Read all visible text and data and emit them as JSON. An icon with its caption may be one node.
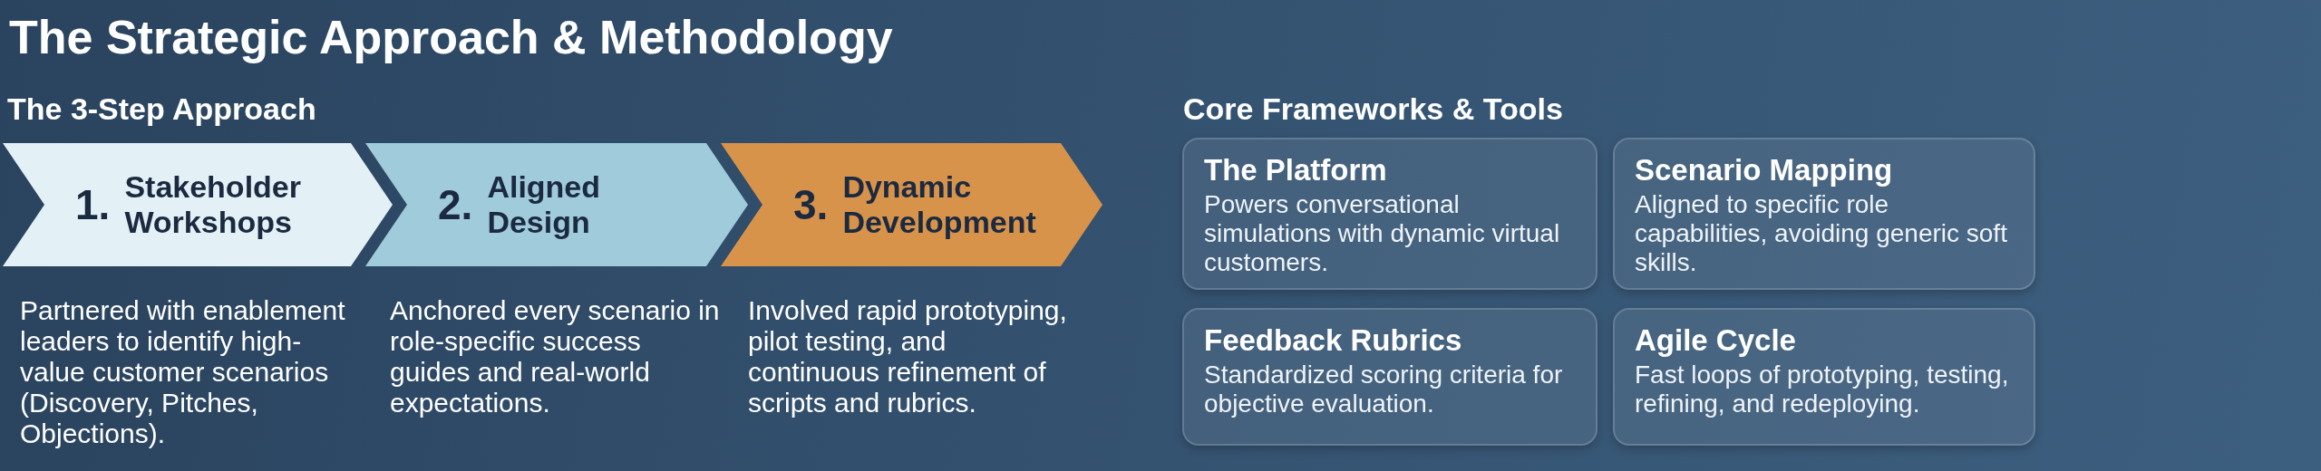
{
  "diagram": {
    "title": "The Strategic Approach & Methodology",
    "nodes": [
      {
        "text": [
          "1.",
          "Stakeholder Workshops"
        ],
        "beside": [
          "Partnered with enablement leaders to identify high-value customer scenarios (Discovery, Pitches, Objections)."
        ]
      },
      {
        "text": [
          "2.",
          "Aligned Design"
        ],
        "beside": [
          "Anchored every scenario in role-specific success guides and real-world expectations."
        ]
      },
      {
        "text": [
          "3.",
          "Dynamic Development"
        ],
        "beside": [
          "Involved rapid prototyping, pilot testing, and continuous refinement of scripts and rubrics."
        ]
      },
      {
        "text": [
          "The Platform",
          "Powers conversational simulations with dynamic virtual customers."
        ]
      },
      {
        "text": [
          "Scenario Mapping",
          "Aligned to specific role capabilities, avoiding generic soft skills."
        ]
      },
      {
        "text": [
          "Feedback Rubrics",
          "Standardized scoring criteria for objective evaluation."
        ]
      },
      {
        "text": [
          "Agile Cycle",
          "Fast loops of prototyping, testing, refining, and redeploying."
        ]
      }
    ],
    "labels": [
      "The 3-Step Approach",
      "Core Frameworks & Tools"
    ]
  }
}
